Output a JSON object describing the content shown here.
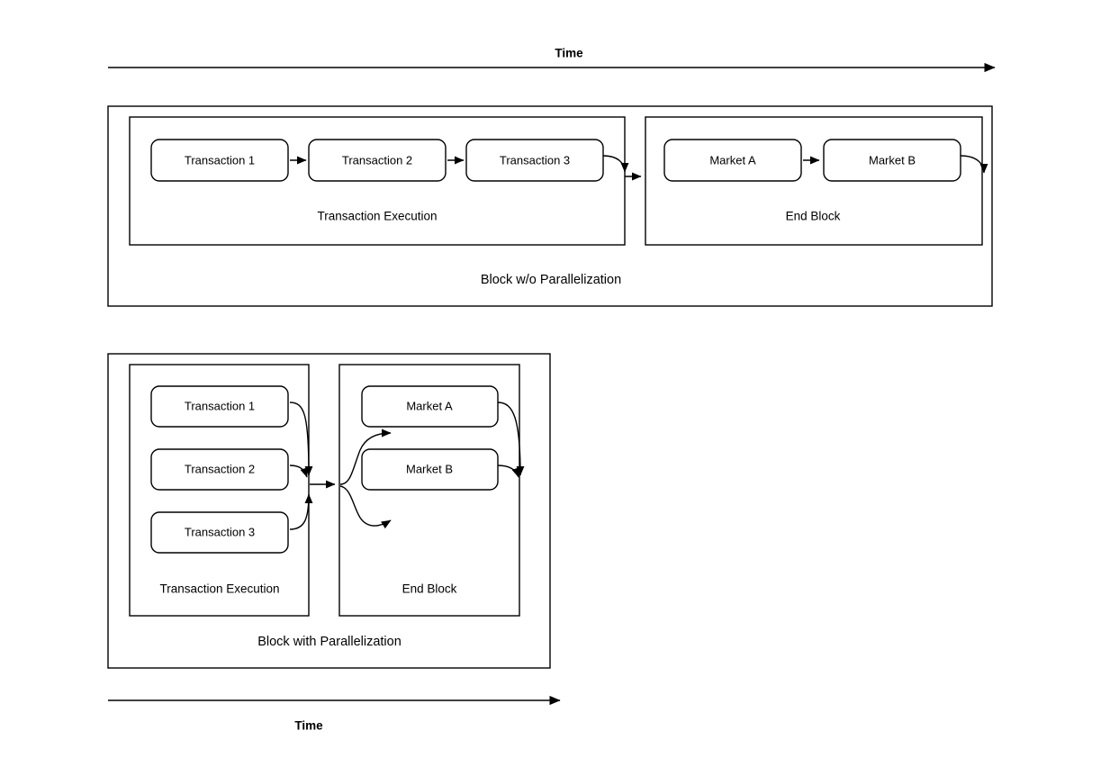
{
  "diagram": {
    "title_top_axis": "Time",
    "title_bottom_axis": "Time",
    "blocks": [
      {
        "id": "block-without-parallelization",
        "label": "Block w/o Parallelization",
        "groups": [
          {
            "id": "tx-execution-serial",
            "label": "Transaction Execution",
            "nodes": [
              {
                "id": "tx1",
                "label": "Transaction 1"
              },
              {
                "id": "tx2",
                "label": "Transaction 2"
              },
              {
                "id": "tx3",
                "label": "Transaction 3"
              }
            ]
          },
          {
            "id": "end-block-serial",
            "label": "End Block",
            "nodes": [
              {
                "id": "market-a",
                "label": "Market A"
              },
              {
                "id": "market-b",
                "label": "Market B"
              }
            ]
          }
        ]
      },
      {
        "id": "block-with-parallelization",
        "label": "Block with Parallelization",
        "groups": [
          {
            "id": "tx-execution-parallel",
            "label": "Transaction Execution",
            "nodes": [
              {
                "id": "tx1",
                "label": "Transaction 1"
              },
              {
                "id": "tx2",
                "label": "Transaction 2"
              },
              {
                "id": "tx3",
                "label": "Transaction 3"
              }
            ]
          },
          {
            "id": "end-block-parallel",
            "label": "End Block",
            "nodes": [
              {
                "id": "market-a",
                "label": "Market A"
              },
              {
                "id": "market-b",
                "label": "Market B"
              }
            ]
          }
        ]
      }
    ],
    "colors": {
      "stroke": "#000000",
      "background": "#ffffff",
      "text": "#000000"
    }
  }
}
